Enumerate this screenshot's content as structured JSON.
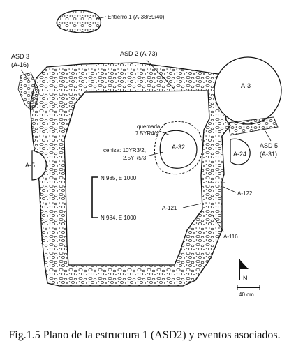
{
  "labels": {
    "entierro": "Entierro 1 (A-38/39/40)",
    "asd3_a": "ASD 3",
    "asd3_b": "(A-16)",
    "asd2": "ASD 2 (A-73)",
    "a3": "A-3",
    "a5": "A-5",
    "quemada_a": "quemada:",
    "quemada_b": "7.5YR4/4",
    "a32": "A-32",
    "ceniza_a": "ceniza: 10YR3/2,",
    "ceniza_b": "2.5YR5/3",
    "a24": "A-24",
    "asd5_a": "ASD 5",
    "asd5_b": "(A-31)",
    "coord_top": "N 985, E 1000",
    "coord_bottom": "N 984, E 1000",
    "a122": "A-122",
    "a121": "A-121",
    "a116": "A-116",
    "north": "N",
    "scale": "40 cm"
  },
  "caption": "Fig.1.5 Plano de la estructura 1 (ASD2) y eventos asociados."
}
